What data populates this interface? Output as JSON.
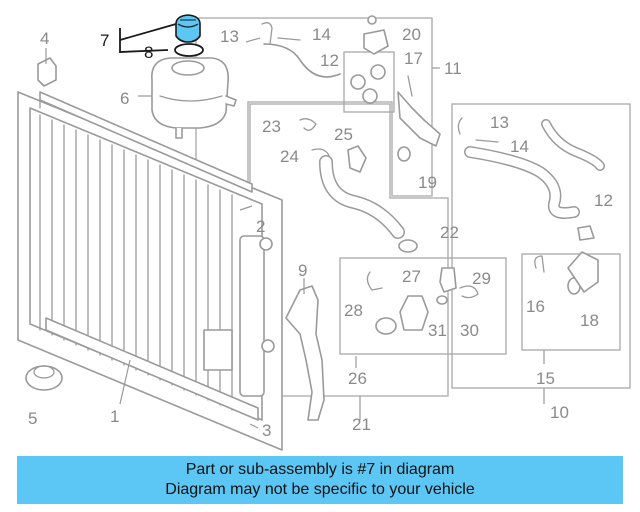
{
  "diagram": {
    "highlight_color": "#5cc6f5",
    "callouts": {
      "c1": "1",
      "c2": "2",
      "c3": "3",
      "c4": "4",
      "c5": "5",
      "c6": "6",
      "c7": "7",
      "c8": "8",
      "c9": "9",
      "c10": "10",
      "c11": "11",
      "c12a": "12",
      "c12b": "12",
      "c13a": "13",
      "c13b": "13",
      "c14a": "14",
      "c14b": "14",
      "c15": "15",
      "c16": "16",
      "c17": "17",
      "c18": "18",
      "c19": "19",
      "c20": "20",
      "c21": "21",
      "c22": "22",
      "c23": "23",
      "c24": "24",
      "c25": "25",
      "c26": "26",
      "c27": "27",
      "c28": "28",
      "c29": "29",
      "c30": "30",
      "c31": "31"
    }
  },
  "banner": {
    "line1": "Part or sub-assembly is #7 in diagram",
    "line2": "Diagram may not be specific to your vehicle",
    "color": "#5cc6f5"
  }
}
